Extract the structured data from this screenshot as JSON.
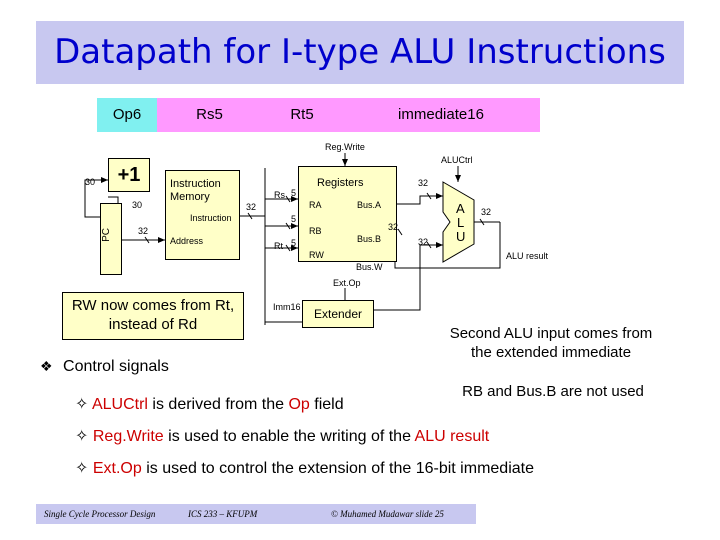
{
  "title": "Datapath for I-type ALU Instructions",
  "instruction_format": {
    "op": "Op6",
    "rs": "Rs5",
    "rt": "Rt5",
    "imm": "immediate16"
  },
  "signals": {
    "regwrite": "Reg.Write",
    "aluctrl": "ALUCtrl",
    "extop": "Ext.Op"
  },
  "pc_section": {
    "inc_label": "+1",
    "width_30a": "30",
    "width_30b": "30",
    "width_32": "32",
    "pc_label": "PC"
  },
  "imem": {
    "title": "Instruction Memory",
    "instr_label": "Instruction",
    "addr_label": "Address",
    "width": "32"
  },
  "regfile": {
    "title": "Registers",
    "rs_label": "Rs",
    "rt_label": "Rt",
    "w5a": "5",
    "w5b": "5",
    "w5c": "5",
    "ra": "RA",
    "rb": "RB",
    "rw": "RW",
    "busa": "Bus.A",
    "busb": "Bus.B",
    "busw": "Bus.W",
    "w32a": "32",
    "w32b": "32",
    "w32c": "32"
  },
  "alu": {
    "a": "A",
    "l": "L",
    "u": "U",
    "w32": "32",
    "result": "ALU result"
  },
  "ext": {
    "imm_label": "Imm16",
    "block": "Extender"
  },
  "notes": {
    "rw_note": "RW now comes from Rt, instead of Rd",
    "second_input": "Second ALU input comes from the extended immediate",
    "rb_unused": "RB and Bus.B are not used"
  },
  "control": {
    "heading": "Control signals",
    "b1_red": "ALUCtrl",
    "b1_rest": " is derived from the ",
    "b1_red2": "Op",
    "b1_end": " field",
    "b2_red": "Reg.Write",
    "b2_rest": " is used to enable the writing of the ",
    "b2_red2": "ALU result",
    "b3_red": "Ext.Op",
    "b3_rest": " is used to control the extension of the 16-bit immediate"
  },
  "footer": {
    "left": "Single Cycle Processor Design",
    "mid": "ICS 233 – KFUPM",
    "right": "© Muhamed Mudawar slide 25"
  },
  "colors": {
    "title_bg": "#c8c8f0",
    "title_fg": "#0000cc",
    "op_bg": "#80f0f0",
    "rs_bg": "#ff99ff",
    "block_bg": "#ffffc8",
    "red": "#cc0000"
  }
}
